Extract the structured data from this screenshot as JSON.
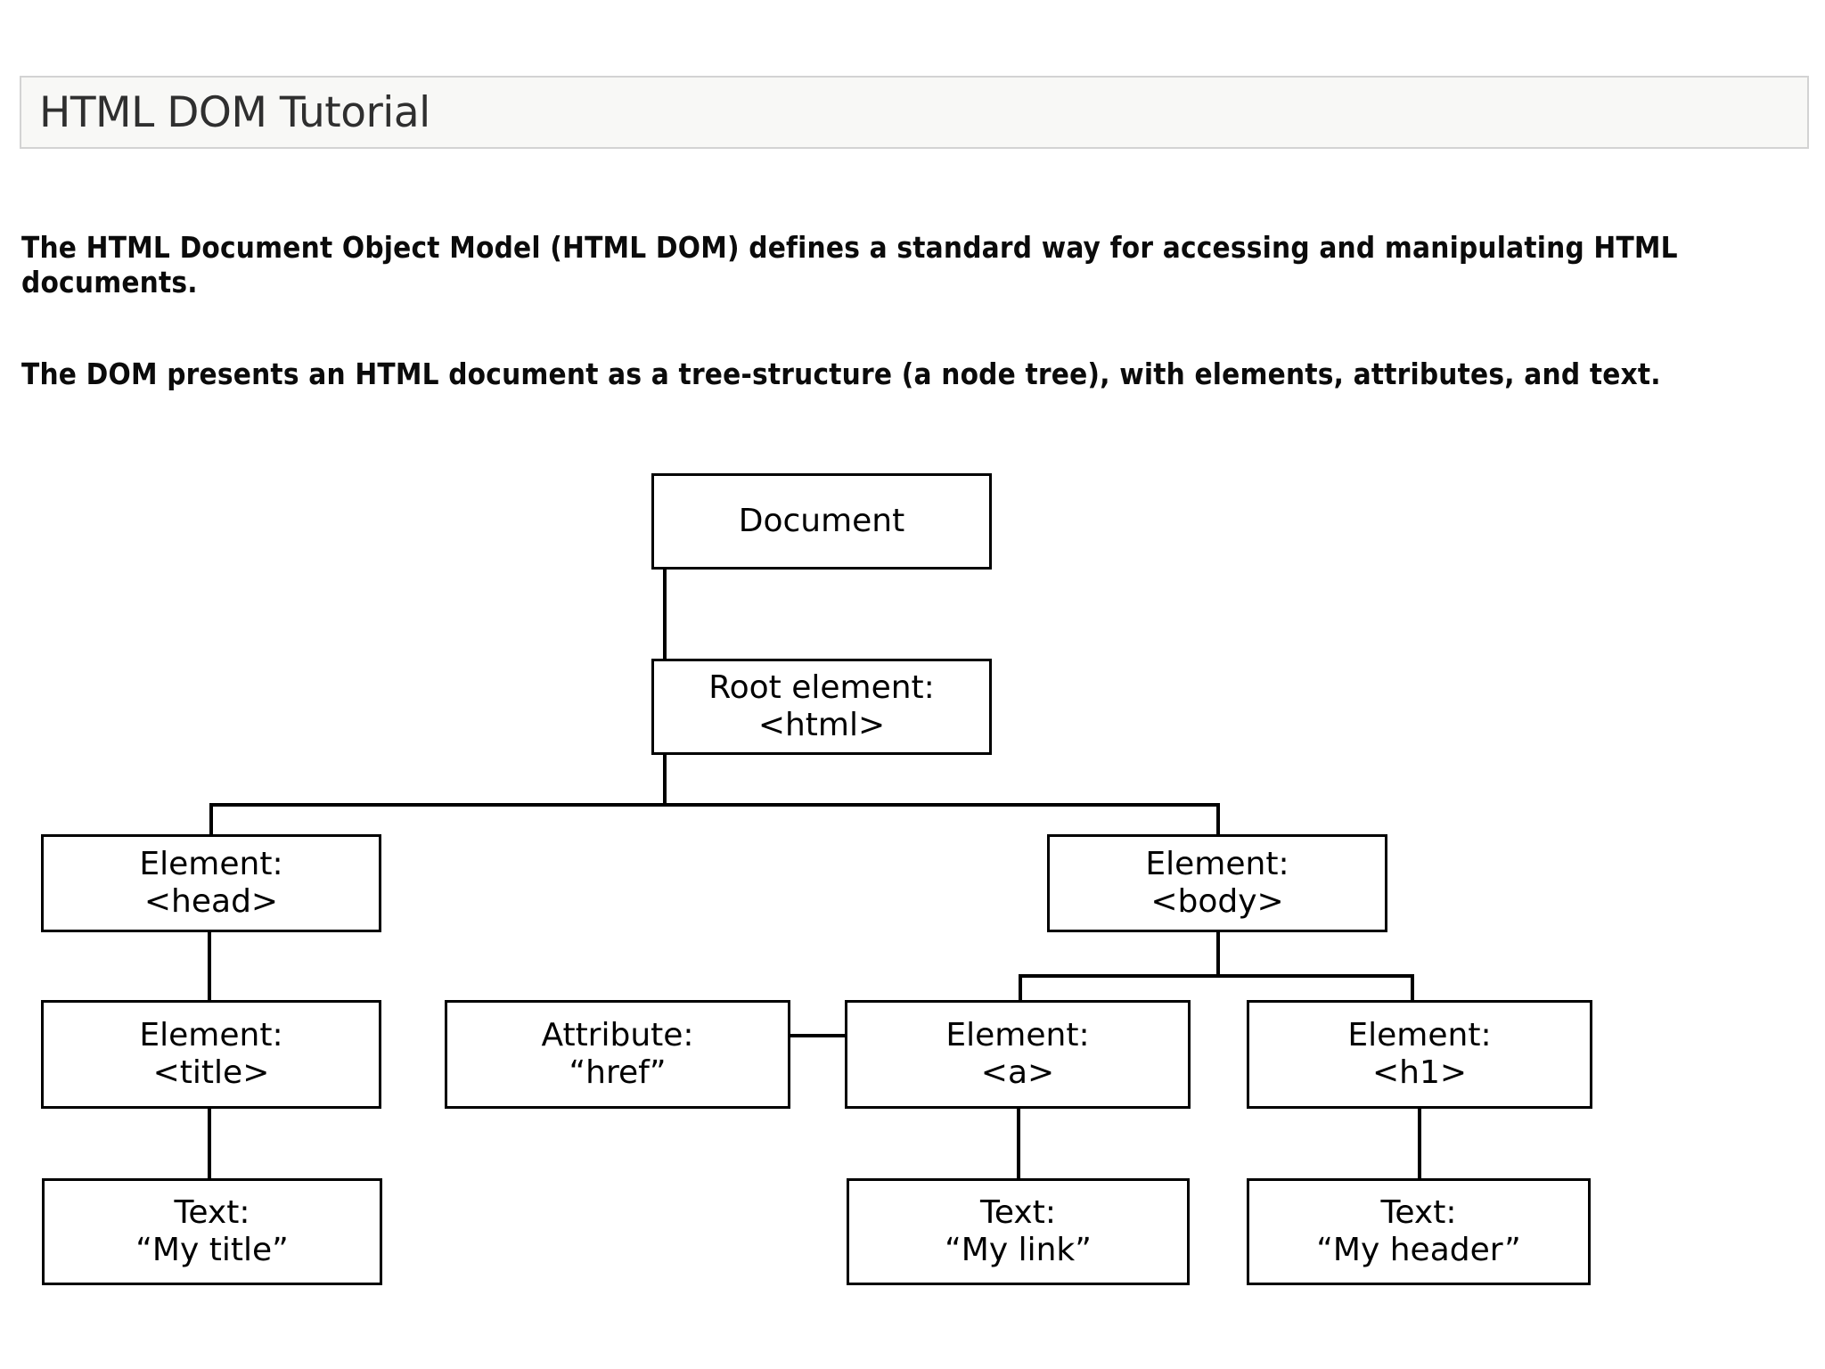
{
  "page": {
    "title": "HTML DOM Tutorial",
    "paragraphs": [
      "The HTML Document Object Model (HTML DOM) defines a standard way for accessing and manipulating HTML documents.",
      "The DOM presents an HTML document as a tree-structure (a node tree), with elements, attributes, and text."
    ]
  },
  "colors": {
    "title_background": "#f8f8f6",
    "title_border": "#d3d3d3",
    "title_text": "#2f2f2f",
    "body_text": "#0b0b0b",
    "node_border": "#000000",
    "node_background": "#ffffff",
    "connector": "#000000"
  },
  "diagram": {
    "type": "tree",
    "nodes": [
      {
        "id": "document",
        "line1": "Document",
        "line2": ""
      },
      {
        "id": "html",
        "line1": "Root element:",
        "line2": "<html>"
      },
      {
        "id": "head",
        "line1": "Element:",
        "line2": "<head>"
      },
      {
        "id": "body",
        "line1": "Element:",
        "line2": "<body>"
      },
      {
        "id": "title",
        "line1": "Element:",
        "line2": "<title>"
      },
      {
        "id": "href",
        "line1": "Attribute:",
        "line2": "“href”"
      },
      {
        "id": "a",
        "line1": "Element:",
        "line2": "<a>"
      },
      {
        "id": "h1",
        "line1": "Element:",
        "line2": "<h1>"
      },
      {
        "id": "text-title",
        "line1": "Text:",
        "line2": "“My title”"
      },
      {
        "id": "text-link",
        "line1": "Text:",
        "line2": "“My link”"
      },
      {
        "id": "text-header",
        "line1": "Text:",
        "line2": "“My header”"
      }
    ],
    "edges": [
      {
        "from": "document",
        "to": "html"
      },
      {
        "from": "html",
        "to": "head"
      },
      {
        "from": "html",
        "to": "body"
      },
      {
        "from": "head",
        "to": "title"
      },
      {
        "from": "title",
        "to": "text-title"
      },
      {
        "from": "body",
        "to": "a"
      },
      {
        "from": "body",
        "to": "h1"
      },
      {
        "from": "href",
        "to": "a"
      },
      {
        "from": "a",
        "to": "text-link"
      },
      {
        "from": "h1",
        "to": "text-header"
      }
    ]
  }
}
